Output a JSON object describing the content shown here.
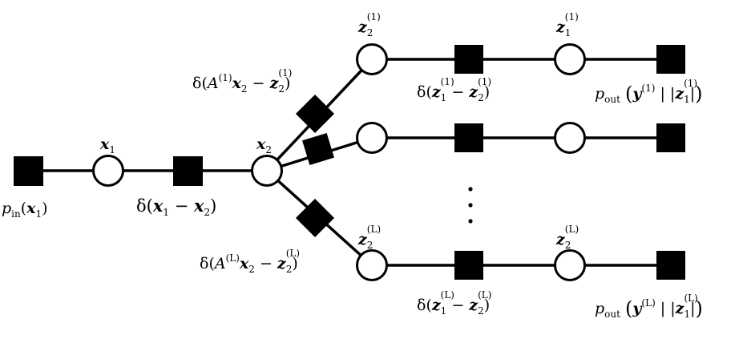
{
  "labels": {
    "x1": "x",
    "x1_sub": "1",
    "x2": "x",
    "x2_sub": "2",
    "p_in": "p",
    "p_in_sub": "in",
    "p_in_arg": "x",
    "p_in_arg_sub": "1",
    "delta_x": "δ(",
    "delta_x_a": "x",
    "delta_x_a_sub": "1",
    "delta_x_minus": " − ",
    "delta_x_b": "x",
    "delta_x_b_sub": "2",
    "delta_A1_open": "δ(",
    "delta_A1_A": "A",
    "delta_A1_sup": "(1)",
    "delta_A1_x": "x",
    "delta_A1_x_sub": "2",
    "delta_A1_minus": " − ",
    "delta_A1_z": "z",
    "delta_A1_z_sup": "(1)",
    "delta_A1_z_sub": "2",
    "delta_AL_open": "δ(",
    "delta_AL_A": "A",
    "delta_AL_sup": "(L)",
    "delta_AL_x": "x",
    "delta_AL_x_sub": "2",
    "delta_AL_minus": " − ",
    "delta_AL_z": "z",
    "delta_AL_z_sup": "(L)",
    "delta_AL_z_sub": "2",
    "z2_1": "z",
    "z2_1_sup": "(1)",
    "z2_1_sub": "2",
    "z1_1": "z",
    "z1_1_sup": "(1)",
    "z1_1_sub": "1",
    "z2_L": "z",
    "z2_L_sup": "(L)",
    "z2_L_sub": "2",
    "z2_L_right": "z",
    "z2_L_right_sup": "(L)",
    "z2_L_right_sub": "2",
    "delta_z1_open": "δ(",
    "delta_z1_a": "z",
    "delta_z1_a_sup": "(1)",
    "delta_z1_a_sub": "1",
    "delta_z1_minus": " − ",
    "delta_z1_b": "z",
    "delta_z1_b_sup": "(1)",
    "delta_z1_b_sub": "2",
    "delta_zL_open": "δ(",
    "delta_zL_a": "z",
    "delta_zL_a_sup": "(L)",
    "delta_zL_a_sub": "1",
    "delta_zL_minus": " − ",
    "delta_zL_b": "z",
    "delta_zL_b_sup": "(L)",
    "delta_zL_b_sub": "2",
    "p_out1": "p",
    "p_out1_sub": "out",
    "p_out1_y": "y",
    "p_out1_y_sup": "(1)",
    "p_out1_bar": " | |",
    "p_out1_z": "z",
    "p_out1_z_sup": "(1)",
    "p_out1_z_sub": "1",
    "p_outL": "p",
    "p_outL_sub": "out",
    "p_outL_y": "y",
    "p_outL_y_sup": "(L)",
    "p_outL_bar": " | |",
    "p_outL_z": "z",
    "p_outL_z_sup": "(L)",
    "p_outL_z_sub": "1",
    "close": ")",
    "abs_close": "|",
    "open_big": "(",
    "close_big": ")"
  }
}
